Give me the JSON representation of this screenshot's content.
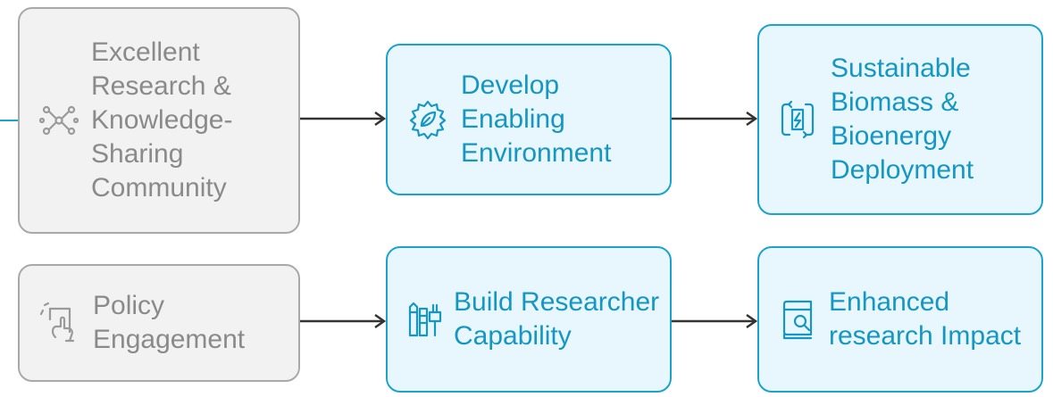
{
  "nodes": {
    "research": {
      "label": "Excellent Research & Knowledge-Sharing Community",
      "icon": "network-icon"
    },
    "policy": {
      "label": "Policy Engagement",
      "icon": "hand-document-icon"
    },
    "enabling": {
      "label": "Develop Enabling Environment",
      "icon": "gear-leaf-icon"
    },
    "capability": {
      "label": "Build Researcher Capability",
      "icon": "tools-icon"
    },
    "biomass": {
      "label": "Sustainable Biomass & Bioenergy Deployment",
      "icon": "recycle-energy-icon"
    },
    "impact": {
      "label": "Enhanced research Impact",
      "icon": "book-search-icon"
    }
  },
  "colors": {
    "gray_fill": "#f2f2f2",
    "gray_border": "#a9a9a9",
    "gray_text": "#8a8a8a",
    "blue_fill": "#e7f7fd",
    "blue_border": "#1aa3cf",
    "blue_text": "#1596c4",
    "arrow": "#333333"
  }
}
